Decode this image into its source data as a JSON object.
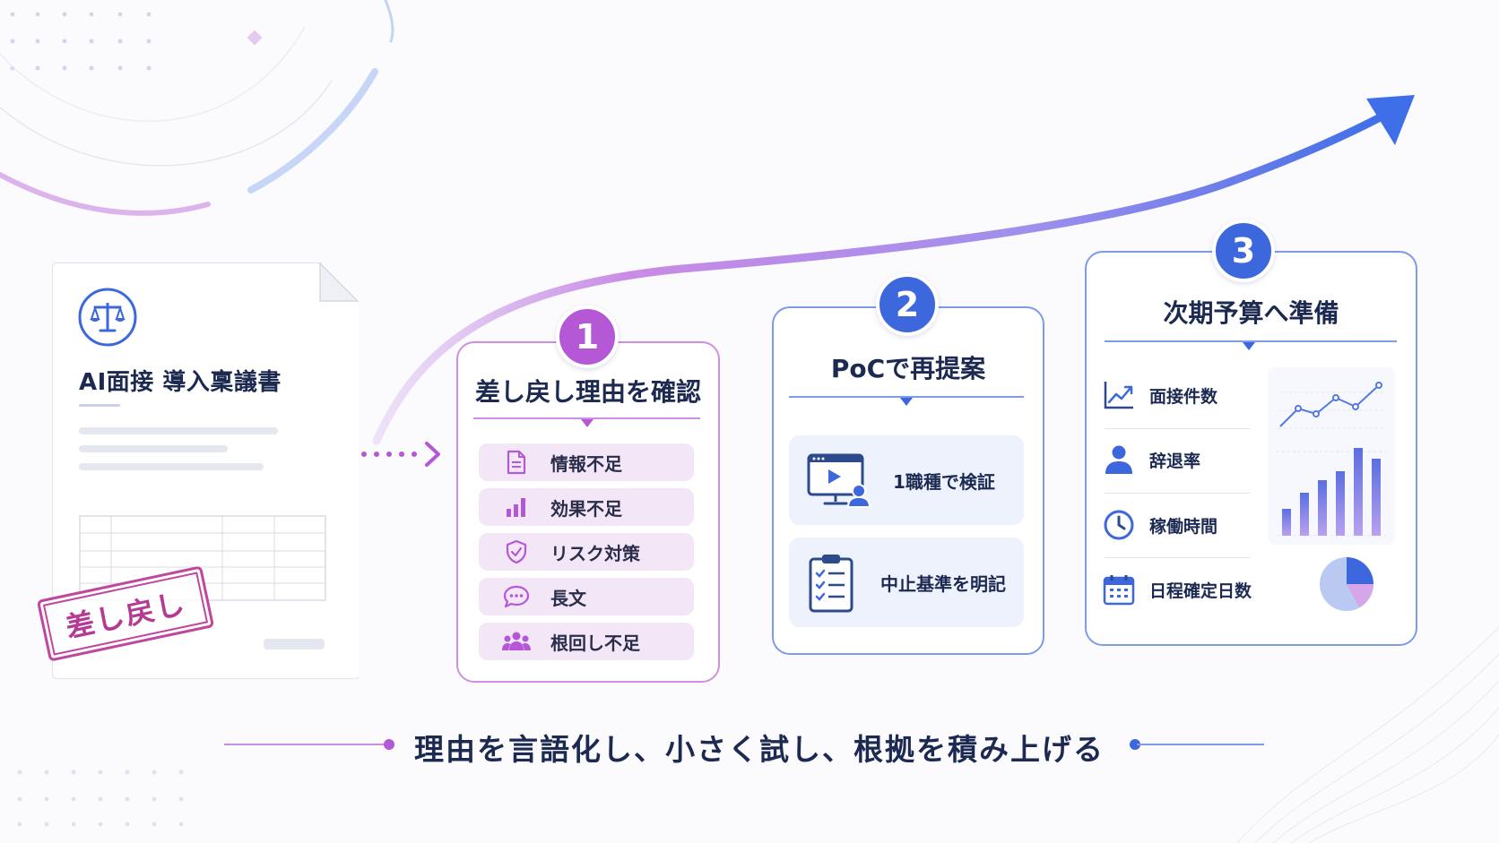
{
  "document": {
    "title": "AI面接 導入稟議書",
    "stamp": "差し戻し",
    "icon": "scales-icon"
  },
  "steps": [
    {
      "number": "1",
      "title": "差し戻し理由を確認",
      "items": [
        {
          "label": "情報不足",
          "icon": "document-icon"
        },
        {
          "label": "効果不足",
          "icon": "bar-chart-icon"
        },
        {
          "label": "リスク対策",
          "icon": "shield-check-icon"
        },
        {
          "label": "長文",
          "icon": "chat-bubble-icon"
        },
        {
          "label": "根回し不足",
          "icon": "people-icon"
        }
      ]
    },
    {
      "number": "2",
      "title": "PoCで再提案",
      "items": [
        {
          "label": "1職種で検証",
          "icon": "video-presentation-icon"
        },
        {
          "label": "中止基準を明記",
          "icon": "checklist-icon"
        }
      ]
    },
    {
      "number": "3",
      "title": "次期予算へ準備",
      "items": [
        {
          "label": "面接件数",
          "icon": "trend-chart-icon"
        },
        {
          "label": "辞退率",
          "icon": "person-icon"
        },
        {
          "label": "稼働時間",
          "icon": "clock-icon"
        },
        {
          "label": "日程確定日数",
          "icon": "calendar-icon"
        }
      ]
    }
  ],
  "motto": "理由を言語化し、小さく試し、根拠を積み上げる",
  "colors": {
    "purple": "#b458d6",
    "blue": "#3c67dd",
    "navy": "#1c2a52",
    "lavender_bg": "#f3e6f7",
    "blue_bg": "#eef2fc",
    "stamp": "#c0479f"
  }
}
